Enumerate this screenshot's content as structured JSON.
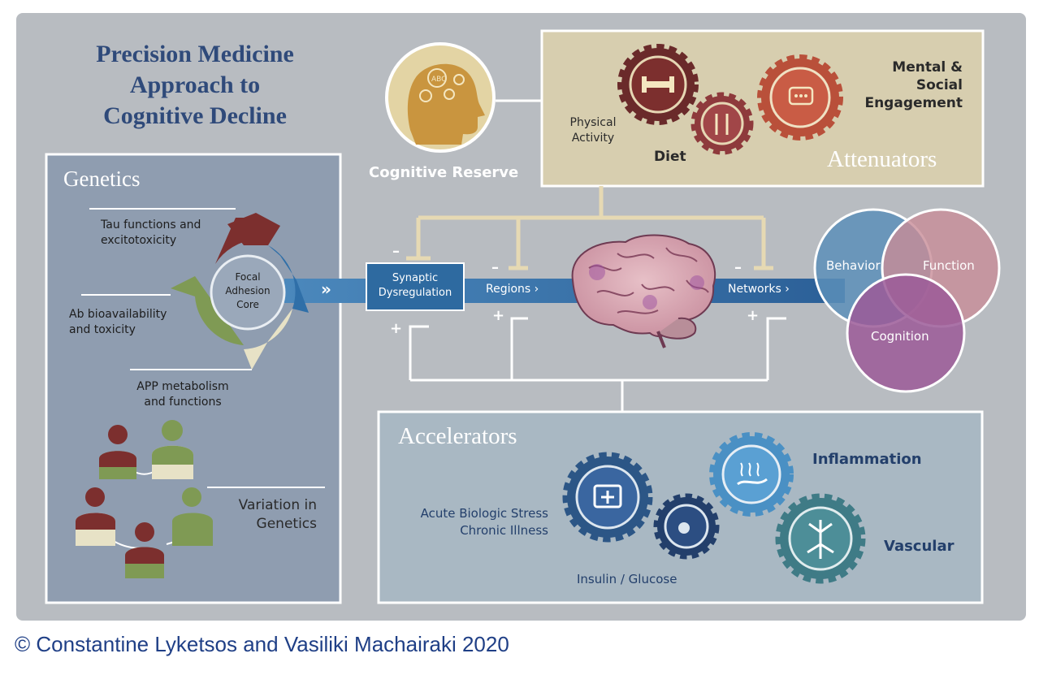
{
  "title": {
    "line1": "Precision Medicine",
    "line2": "Approach to",
    "line3": "Cognitive Decline"
  },
  "cognitive_reserve": {
    "label": "Cognitive Reserve",
    "icon": "head-abc-icon"
  },
  "attenuators": {
    "heading": "Attenuators",
    "items": {
      "physical_activity": "Physical Activity",
      "diet": "Diet",
      "mental_social": "Mental & Social Engagement"
    },
    "physical_line1": "Physical",
    "physical_line2": "Activity",
    "mental_line1": "Mental & Social",
    "mental_line2": "Engagement"
  },
  "genetics": {
    "heading": "Genetics",
    "core_line1": "Focal",
    "core_line2": "Adhesion",
    "core_line3": "Core",
    "tau_line1": "Tau functions and",
    "tau_line2": "excitotoxicity",
    "ab_line1": "Ab bioavailability",
    "ab_line2": "and toxicity",
    "app_line1": "APP metabolism",
    "app_line2": "and functions",
    "variation_line1": "Variation in",
    "variation_line2": "Genetics"
  },
  "pathway": {
    "arrows": "»",
    "synaptic_line1": "Synaptic",
    "synaptic_line2": "Dysregulation",
    "regions": "Regions ›",
    "networks": "Networks ›",
    "minus": "–",
    "plus": "+"
  },
  "venn": {
    "behavior": "Behavior",
    "function": "Function",
    "cognition": "Cognition"
  },
  "accelerators": {
    "heading": "Accelerators",
    "stress_line1": "Acute Biologic Stress",
    "stress_line2": "Chronic Illness",
    "insulin": "Insulin / Glucose",
    "inflammation": "Inflammation",
    "vascular": "Vascular"
  },
  "copyright": "© Constantine Lyketsos and Vasiliki Machairaki 2020",
  "colors": {
    "background": "#b8bcc1",
    "genetics_panel": "#8f9db0",
    "attenuator_panel": "#d7ceaf",
    "accelerator_panel": "#a9b8c3",
    "pathway_blue": "#2f6fa8",
    "maroon": "#7c2f2e",
    "olive": "#7f9a54",
    "cream": "#e8e3c5",
    "venn_behavior": "#5c8fb8",
    "venn_function": "#c88c97",
    "venn_cognition": "#9b5b98"
  }
}
